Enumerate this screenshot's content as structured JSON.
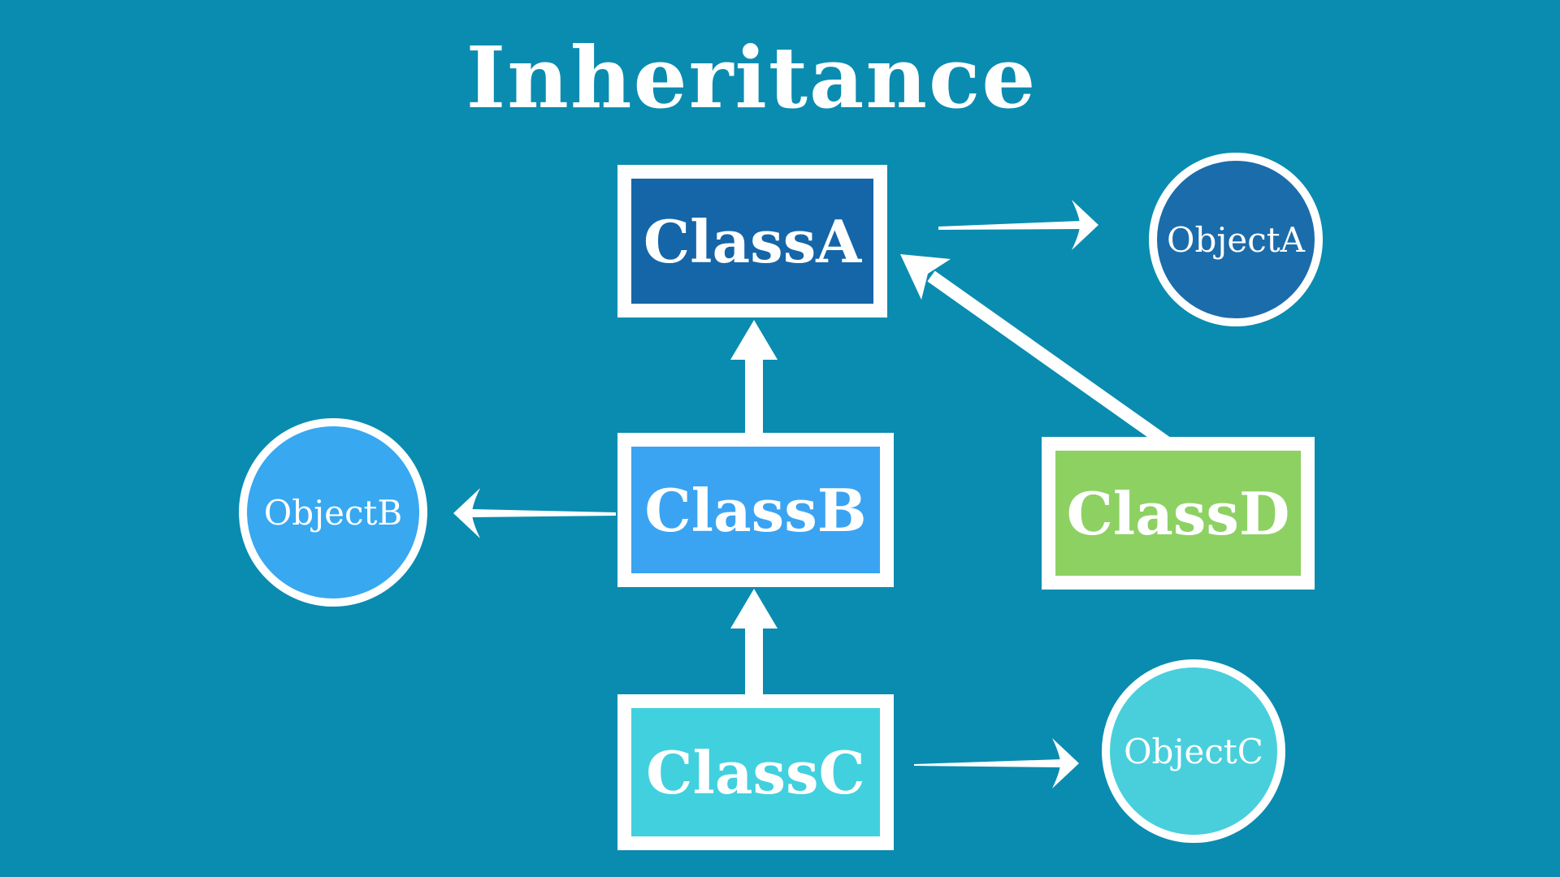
{
  "title": "Inheritance",
  "colors": {
    "background": "#0a8cb0",
    "arrow": "#ffffff",
    "text": "#ffffff",
    "class_a_fill": "#1566a8",
    "class_b_fill": "#3aa4f2",
    "class_c_fill": "#41d0de",
    "class_d_fill": "#8dd163",
    "object_a_fill": "#1b6cab",
    "object_b_fill": "#38a8f1",
    "object_c_fill": "#49cfdc"
  },
  "nodes": {
    "class_a": {
      "label": "ClassA",
      "kind": "class"
    },
    "class_b": {
      "label": "ClassB",
      "kind": "class"
    },
    "class_c": {
      "label": "ClassC",
      "kind": "class"
    },
    "class_d": {
      "label": "ClassD",
      "kind": "class"
    },
    "object_a": {
      "label": "ObjectA",
      "kind": "object"
    },
    "object_b": {
      "label": "ObjectB",
      "kind": "object"
    },
    "object_c": {
      "label": "ObjectC",
      "kind": "object"
    }
  },
  "edges": [
    {
      "from": "ClassB",
      "to": "ClassA"
    },
    {
      "from": "ClassC",
      "to": "ClassB"
    },
    {
      "from": "ClassD",
      "to": "ClassA"
    },
    {
      "from": "ClassA",
      "to": "ObjectA"
    },
    {
      "from": "ClassB",
      "to": "ObjectB"
    },
    {
      "from": "ClassC",
      "to": "ObjectC"
    }
  ]
}
